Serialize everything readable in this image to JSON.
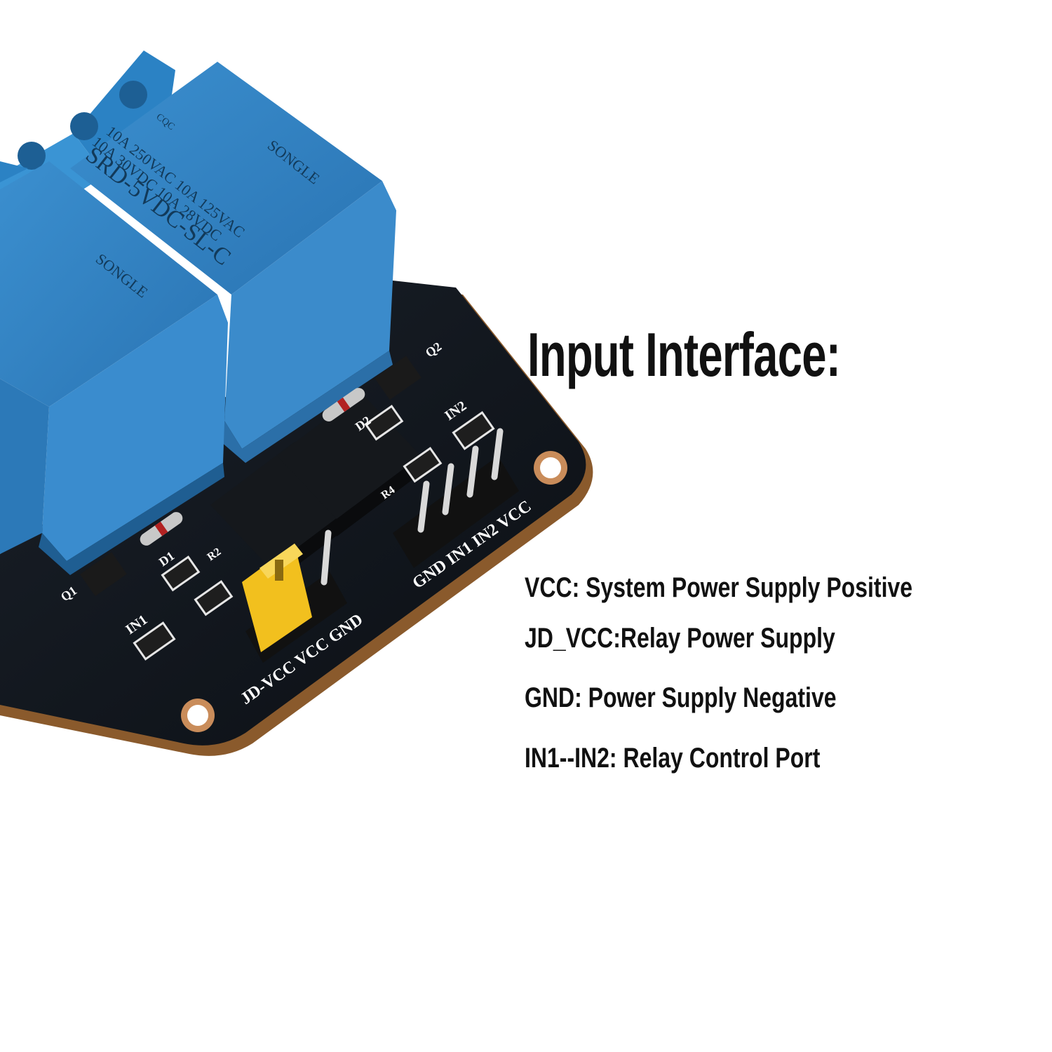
{
  "heading": "Input Interface:",
  "pin_descriptions": [
    "VCC: System Power Supply Positive",
    "JD_VCC:Relay Power Supply",
    "GND: Power Supply Negative",
    "IN1--IN2: Relay Control Port"
  ],
  "relay_markings": {
    "brand": "SONGLE",
    "model": "SRD-5VDC-SL-C",
    "rating_1": "10A 250VAC 10A 125VAC",
    "rating_2": "10A 30VDC 10A 28VDC",
    "cert": "CQC"
  },
  "board_labels": {
    "header_right": "GND IN1 IN2 VCC",
    "header_left": "JD-VCC VCC GND",
    "in2": "IN2",
    "in1": "IN1",
    "d2": "D2",
    "d1": "D1",
    "q2": "Q2",
    "q1": "Q1",
    "r4": "R4",
    "r2": "R2"
  },
  "colors": {
    "relay_blue": "#2f7fbf",
    "pcb": "#10151c",
    "jumper": "#f2c01e",
    "text": "#111111"
  }
}
